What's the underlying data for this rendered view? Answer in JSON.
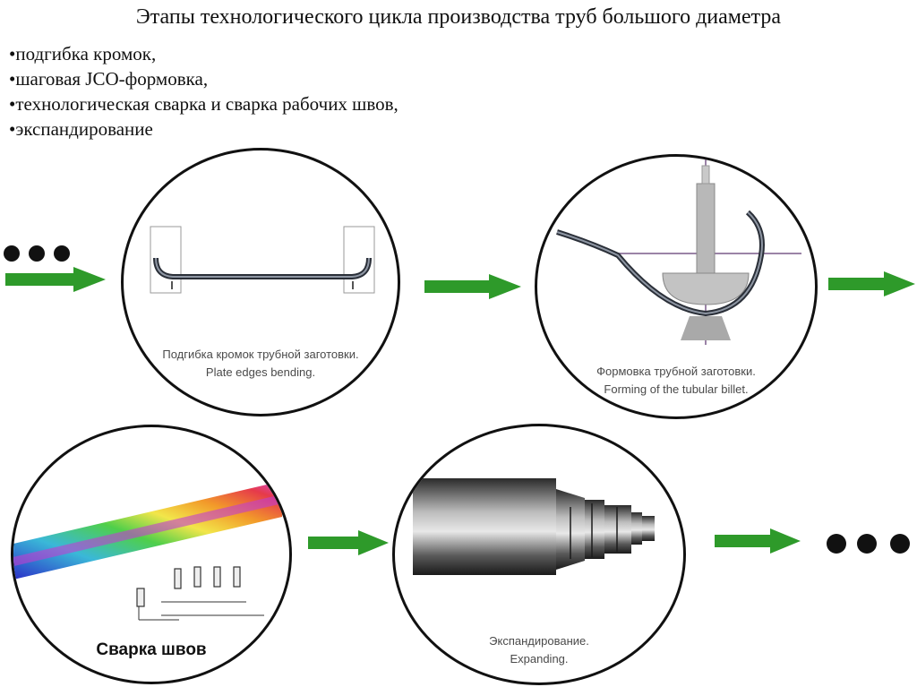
{
  "title": "Этапы технологического цикла производства труб большого диаметра",
  "bullets": [
    "•подгибка кромок,",
    "•шаговая JCO-формовка,",
    "•технологическая сварка и сварка рабочих швов,",
    "•экспандирование"
  ],
  "stages": {
    "edge_bending": {
      "caption_ru": "Подгибка кромок трубной заготовки.",
      "caption_en": "Plate edges bending."
    },
    "forming": {
      "caption_ru": "Формовка трубной заготовки.",
      "caption_en": "Forming of the tubular billet."
    },
    "welding": {
      "caption": "Сварка швов"
    },
    "expanding": {
      "caption_ru": "Экспандирование.",
      "caption_en": "Expanding."
    }
  },
  "colors": {
    "arrow": "#2e9a2a",
    "outline": "#111111"
  }
}
